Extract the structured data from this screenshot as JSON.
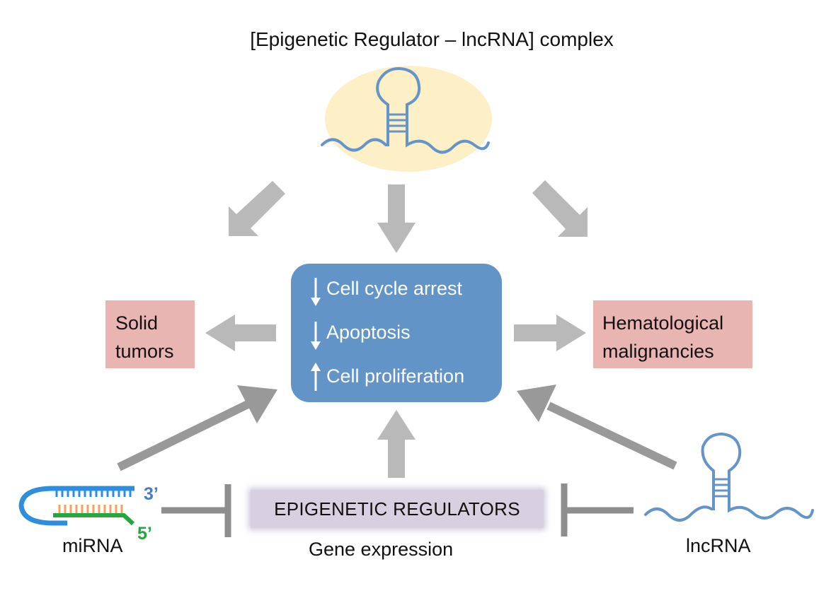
{
  "title": "[Epigenetic Regulator – lncRNA] complex",
  "center": {
    "items": [
      {
        "direction": "down",
        "label": "Cell cycle arrest"
      },
      {
        "direction": "down",
        "label": "Apoptosis"
      },
      {
        "direction": "up",
        "label": "Cell proliferation"
      }
    ]
  },
  "left_box": {
    "line1": "Solid",
    "line2": "tumors"
  },
  "right_box": {
    "line1": "Hematological",
    "line2": "malignancies"
  },
  "epigenetic_box": "EPIGENETIC REGULATORS",
  "gene_expression": "Gene expression",
  "mirna": {
    "label": "miRNA",
    "three_prime": "3’",
    "five_prime": "5’"
  },
  "lncrna": {
    "label": "lncRNA"
  },
  "colors": {
    "center_box": "#6394c7",
    "side_boxes": "#e9b5b3",
    "epigenetic_box": "#d6d0e0",
    "complex_halo": "#fdefc6",
    "rna_strand": "#6494c9",
    "arrows": "#b9b9b9",
    "inhibition": "#8e8e8e",
    "three_prime": "#4a7bbf",
    "five_prime": "#22a83f"
  }
}
